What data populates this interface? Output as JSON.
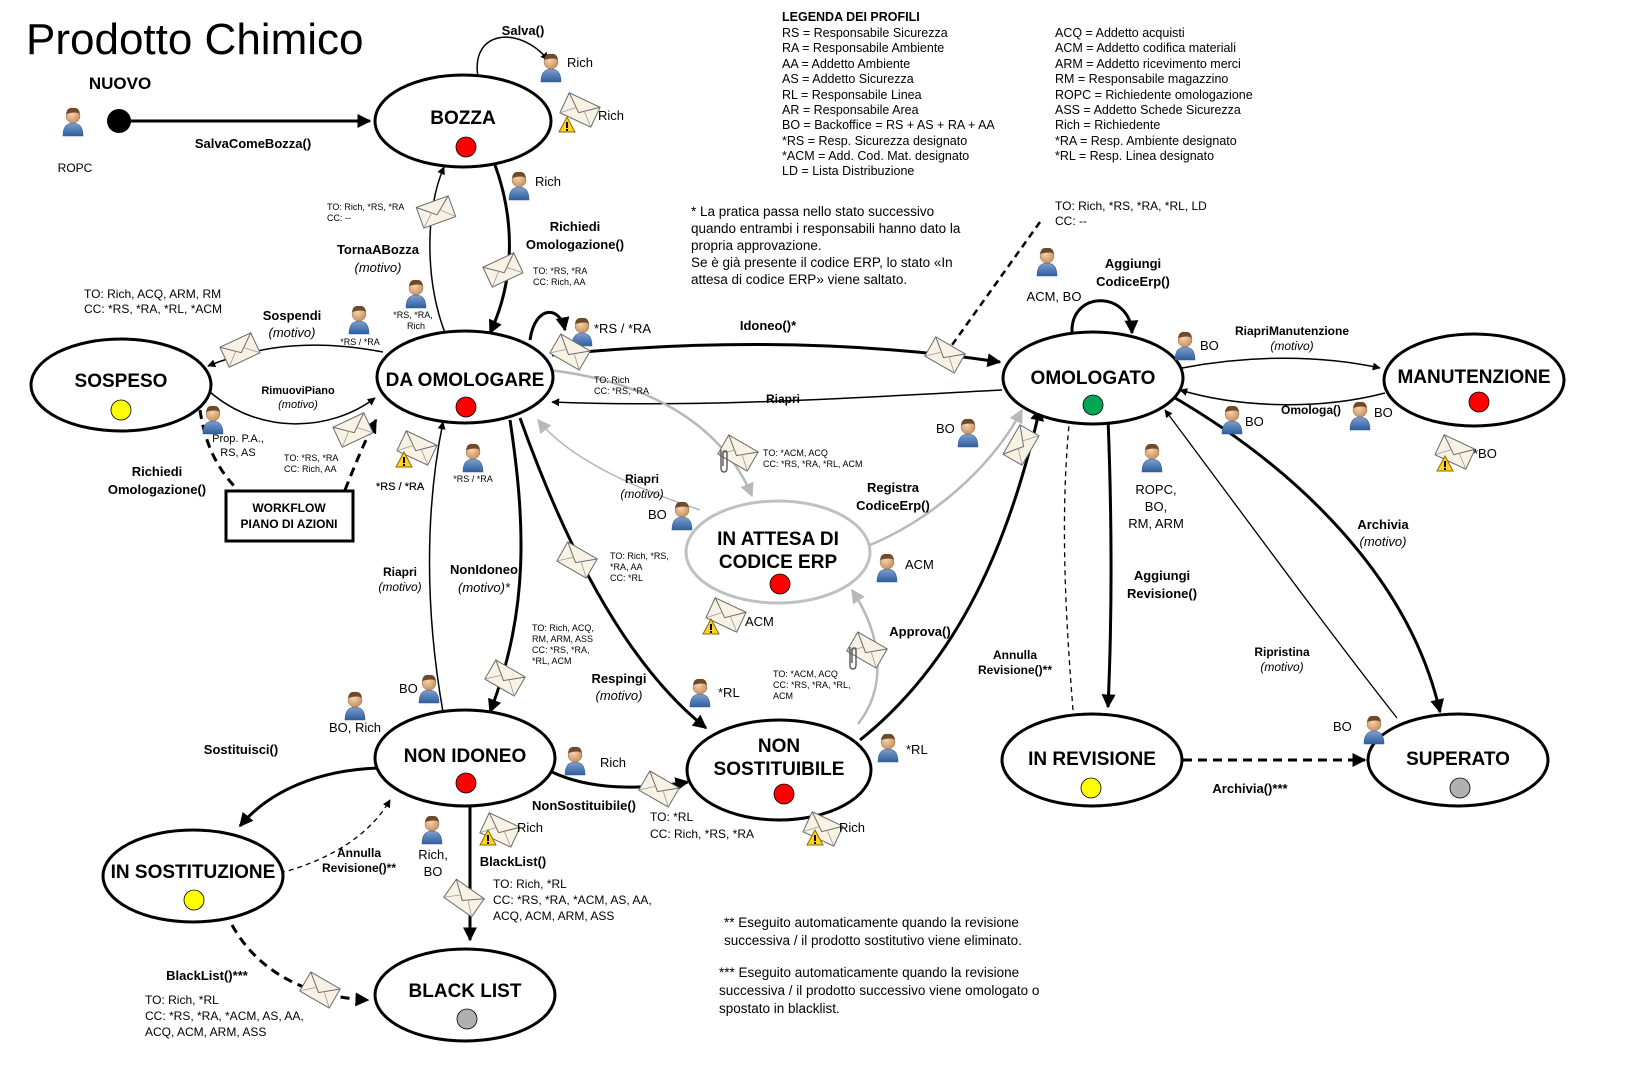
{
  "title": "Prodotto Chimico",
  "start": {
    "label": "NUOVO",
    "actor": "ROPC"
  },
  "legend": {
    "heading": "LEGENDA DEI PROFILI",
    "col1": [
      "RS = Responsabile Sicurezza",
      "RA = Responsabile Ambiente",
      "AA = Addetto Ambiente",
      "AS = Addetto Sicurezza",
      "RL = Responsabile Linea",
      "AR = Responsabile Area",
      "BO = Backoffice = RS + AS + RA + AA",
      "*RS = Resp. Sicurezza designato",
      "*ACM = Add. Cod. Mat. designato",
      "LD = Lista Distribuzione"
    ],
    "col2": [
      "ACQ = Addetto acquisti",
      "ACM = Addetto codifica materiali",
      "ARM = Addetto ricevimento merci",
      "RM = Responsabile magazzino",
      "ROPC = Richiedente omologazione",
      "ASS = Addetto Schede Sicurezza",
      "Rich = Richiedente",
      "*RA = Resp. Ambiente designato",
      "*RL = Resp. Linea designato"
    ]
  },
  "note_star": [
    "* La pratica passa nello stato successivo",
    "quando entrambi i responsabili hanno dato la",
    "propria approvazione.",
    "Se è già presente il codice ERP, lo stato «In",
    "attesa di codice ERP» viene saltato."
  ],
  "note_2star": [
    "** Eseguito automaticamente quando la revisione",
    "successiva / il prodotto sostitutivo viene eliminato."
  ],
  "note_3star": [
    "*** Eseguito automaticamente quando la revisione",
    "successiva / il prodotto successivo viene omologato o",
    "spostato in blacklist."
  ],
  "states": {
    "bozza": {
      "name": "BOZZA",
      "color": "#ff0000"
    },
    "da_omologare": {
      "name": "DA OMOLOGARE",
      "color": "#ff0000"
    },
    "sospeso": {
      "name": "SOSPESO",
      "color": "#ffff00"
    },
    "omologato": {
      "name": "OMOLOGATO",
      "color": "#00a651"
    },
    "manutenzione": {
      "name": "MANUTENZIONE",
      "color": "#ff0000"
    },
    "attesa": {
      "line1": "IN ATTESA DI",
      "line2": "CODICE ERP",
      "color": "#ff0000"
    },
    "non_idoneo": {
      "name": "NON IDONEO",
      "color": "#ff0000"
    },
    "non_sostituibile": {
      "line1": "NON",
      "line2": "SOSTITUIBILE",
      "color": "#ff0000"
    },
    "in_revisione": {
      "name": "IN REVISIONE",
      "color": "#ffff00"
    },
    "superato": {
      "name": "SUPERATO",
      "color": "#b0b0b0"
    },
    "in_sostituzione": {
      "name": "IN SOSTITUZIONE",
      "color": "#ffff00"
    },
    "black_list": {
      "name": "BLACK LIST",
      "color": "#b0b0b0"
    }
  },
  "workflow_box": {
    "line1": "WORKFLOW",
    "line2": "PIANO DI AZIONI"
  },
  "transitions": {
    "salva_come_bozza": "SalvaComeBozza()",
    "salva": "Salva()",
    "torna_a_bozza": "TornaABozza",
    "motivo": "(motivo)",
    "richiedi_omologazione_1": "Richiedi",
    "richiedi_omologazione_2": "Omologazione()",
    "sospendi": "Sospendi",
    "rimuovi_piano": "RimuoviPiano",
    "idoneo": "Idoneo()*",
    "riapri": "Riapri",
    "aggiungi_codice_erp_1": "Aggiungi",
    "aggiungi_codice_erp_2": "CodiceErp()",
    "riapri_manutenzione": "RiapriManutenzione",
    "omologa": "Omologa()",
    "registra_codice_erp_1": "Registra",
    "registra_codice_erp_2": "CodiceErp()",
    "archivia": "Archivia",
    "aggiungi_revisione_1": "Aggiungi",
    "aggiungi_revisione_2": "Revisione()",
    "annulla": "Annulla",
    "revisione_2star": "Revisione()**",
    "ripristina": "Ripristina",
    "archivia_3star": "Archivia()***",
    "non_idoneo_1": "NonIdoneo",
    "non_idoneo_2": "(motivo)*",
    "respingi": "Respingi",
    "approva": "Approva()",
    "sostituisci": "Sostituisci()",
    "non_sostituibile": "NonSostituibile()",
    "blacklist": "BlackList()",
    "blacklist_3star": "BlackList()***"
  },
  "actors": {
    "rich": "Rich",
    "bo": "BO",
    "acm": "ACM",
    "rl": "*RL",
    "acm_bo": "ACM, BO",
    "bo_rich": "BO, Rich",
    "rich_bo_1": "Rich,",
    "rich_bo_2": "BO",
    "rs_ra": "*RS / *RA",
    "rs_ra_tight": "*RS / *RA",
    "rs_ra_rich_1": "*RS, *RA,",
    "rs_ra_rich_2": "Rich",
    "prop_pa_1": "Prop. P.A.,",
    "prop_pa_2": "RS, AS",
    "ropc_1": "ROPC,",
    "ropc_2": "BO,",
    "ropc_3": "RM, ARM",
    "star_bo": "*BO"
  },
  "mails": {
    "bozza_to": "TO: Rich, *RS, *RA",
    "bozza_cc": "CC: --",
    "richomo_to": "TO: *RS, *RA",
    "richomo_cc": "CC: Rich, AA",
    "sospeso_to": "TO: Rich, ACQ, ARM, RM",
    "sospeso_cc": "CC: *RS, *RA, *RL, *ACM",
    "wf_to": "TO: *RS, *RA",
    "wf_cc": "CC: Rich, AA",
    "idoneo_to": "TO: Rich",
    "idoneo_cc": "CC: *RS, *RA",
    "attesa_to": "TO: *ACM, ACQ",
    "attesa_cc": "CC: *RS, *RA, *RL, ACM",
    "omologato_to": "TO: Rich, *RS, *RA, *RL, LD",
    "omologato_cc": "CC: --",
    "respingi_to": "TO: Rich, *RS,",
    "respingi_to2": "*RA, AA",
    "respingi_cc": "CC: *RL",
    "nonidoneo_to": "TO: Rich, ACQ,",
    "nonidoneo_to2": "RM, ARM, ASS",
    "nonidoneo_cc": "CC: *RS, *RA,",
    "nonidoneo_cc2": "*RL, ACM",
    "approva_to": "TO: *ACM, ACQ",
    "approva_cc": "CC: *RS, *RA, *RL,",
    "approva_cc2": "ACM",
    "nonsost_to": "TO: *RL",
    "nonsost_cc": "CC: Rich, *RS, *RA",
    "blacklist_to": "TO: Rich, *RL",
    "blacklist_cc": "CC: *RS, *RA, *ACM, AS, AA,",
    "blacklist_cc2": "ACQ, ACM, ARM, ASS",
    "blacklist2_to": "TO: Rich, *RL",
    "blacklist2_cc": "CC: *RS, *RA, *ACM, AS, AA,",
    "blacklist2_cc2": "ACQ, ACM, ARM, ASS"
  }
}
